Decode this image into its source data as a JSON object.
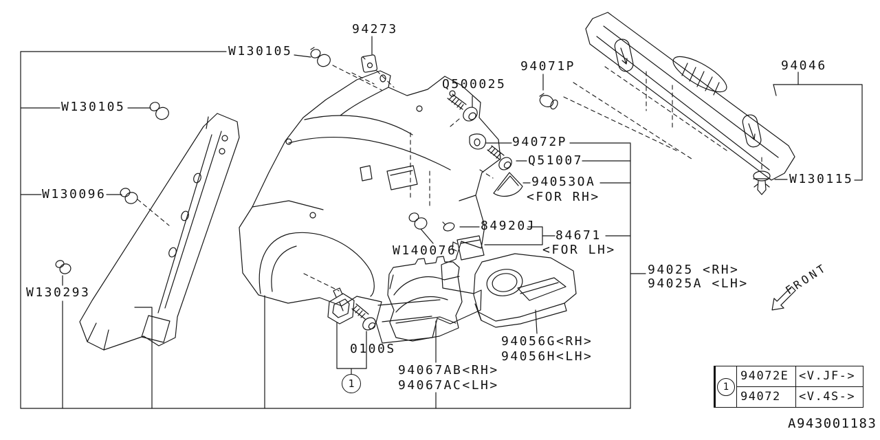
{
  "diagram": {
    "doc_id": "A943001183",
    "front_label": "FRONT",
    "callout_1": "1",
    "labels": {
      "w130105_top": "W130105",
      "p94273": "94273",
      "q500025": "Q500025",
      "p94071p": "94071P",
      "p94046": "94046",
      "w130105_left": "W130105",
      "p94072p": "94072P",
      "q51007": "Q51007",
      "p94053oa": "94053OA",
      "for_rh": "<FOR RH>",
      "w130096": "W130096",
      "p84920j": "84920J",
      "p84671": "84671",
      "for_lh": "<FOR LH>",
      "w140076": "W140076",
      "p94025_rh": "94025  <RH>",
      "p94025a_lh": "94025A <LH>",
      "w130115": "W130115",
      "w130293": "W130293",
      "p0100s": "0100S",
      "p94067ab": "94067AB<RH>",
      "p94067ac": "94067AC<LH>",
      "p94056g": "94056G<RH>",
      "p94056h": "94056H<LH>"
    },
    "legend_table": {
      "callout": "1",
      "rows": [
        {
          "part_no": "94072E",
          "applicability": "<V.JF->"
        },
        {
          "part_no": "94072",
          "applicability": "<V.4S->"
        }
      ]
    }
  }
}
